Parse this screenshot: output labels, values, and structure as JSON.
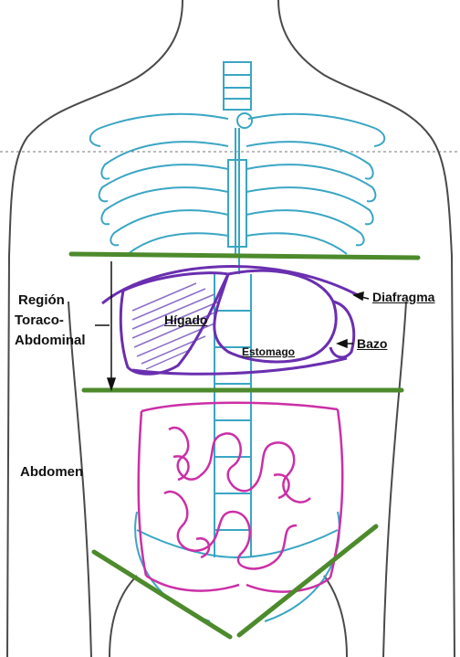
{
  "diagram": {
    "labels": {
      "region_line1": "Región",
      "region_line2": "Toraco-",
      "region_line3": "Abdominal",
      "higado": "Hígado",
      "diafragma": "Diafragma",
      "bazo": "Bazo",
      "estomago": "Estomago",
      "abdomen": "Abdomen"
    },
    "colors": {
      "outline": "#4a4a4a",
      "skeleton": "#3aa6c4",
      "organ_outline": "#6a2fb0",
      "liver_fill": "#8c6fc8",
      "intestine": "#cc2fa6",
      "green_lines": "#4d8a2c",
      "arrows": "#111111"
    }
  }
}
